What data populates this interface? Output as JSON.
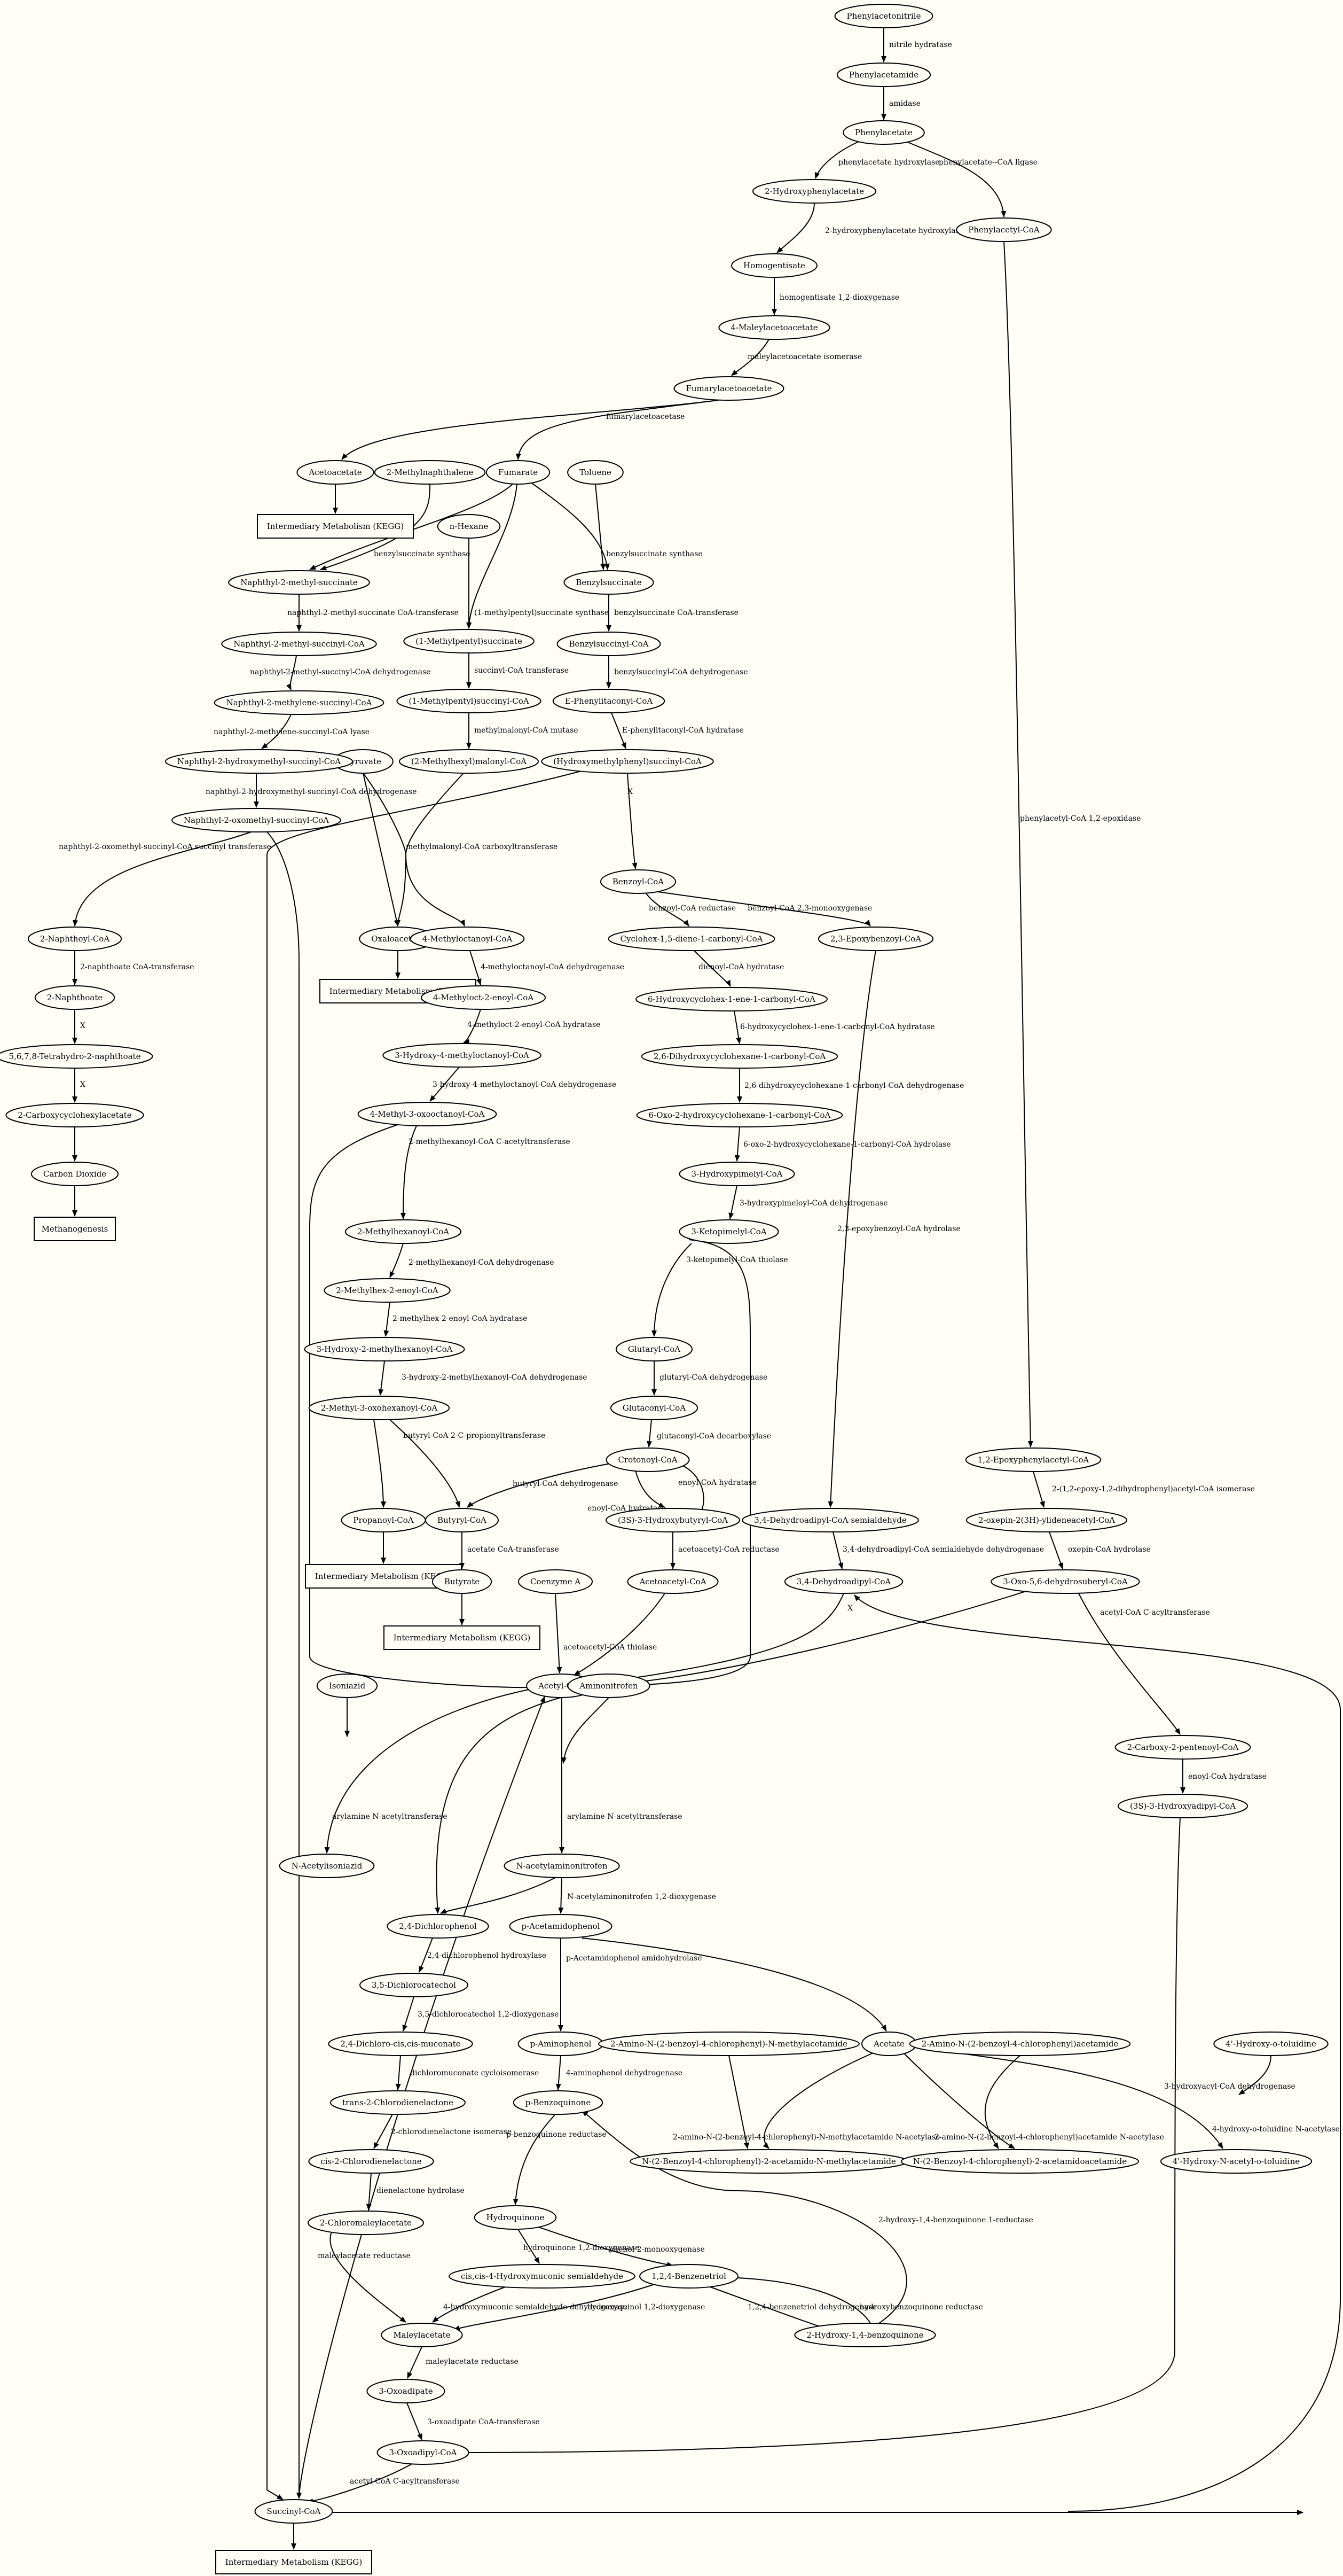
{
  "nodes": [
    {
      "id": "n1",
      "label": "Phenylacetonitrile",
      "shape": "ellipse"
    },
    {
      "id": "n2",
      "label": "Phenylacetamide",
      "shape": "ellipse"
    },
    {
      "id": "n3",
      "label": "Phenylacetate",
      "shape": "ellipse"
    },
    {
      "id": "n4",
      "label": "2-Hydroxyphenylacetate",
      "shape": "ellipse"
    },
    {
      "id": "n5",
      "label": "Phenylacetyl-CoA",
      "shape": "ellipse"
    },
    {
      "id": "n6",
      "label": "Homogentisate",
      "shape": "ellipse"
    },
    {
      "id": "n7",
      "label": "4-Maleylacetoacetate",
      "shape": "ellipse"
    },
    {
      "id": "n8",
      "label": "Fumarylacetoacetate",
      "shape": "ellipse"
    },
    {
      "id": "n9",
      "label": "Acetoacetate",
      "shape": "ellipse"
    },
    {
      "id": "n10",
      "label": "2-Methylnaphthalene",
      "shape": "ellipse"
    },
    {
      "id": "n11",
      "label": "Fumarate",
      "shape": "ellipse"
    },
    {
      "id": "n12",
      "label": "Toluene",
      "shape": "ellipse"
    },
    {
      "id": "n13",
      "label": "Intermediary Metabolism (KEGG)",
      "shape": "box"
    },
    {
      "id": "n14",
      "label": "n-Hexane",
      "shape": "ellipse"
    },
    {
      "id": "n15",
      "label": "Naphthyl-2-methyl-succinate",
      "shape": "ellipse"
    },
    {
      "id": "n16",
      "label": "Benzylsuccinate",
      "shape": "ellipse"
    },
    {
      "id": "n17",
      "label": "(1-Methylpentyl)succinate",
      "shape": "ellipse"
    },
    {
      "id": "n18",
      "label": "Naphthyl-2-methyl-succinyl-CoA",
      "shape": "ellipse"
    },
    {
      "id": "n19",
      "label": "Benzylsuccinyl-CoA",
      "shape": "ellipse"
    },
    {
      "id": "n20",
      "label": "(1-Methylpentyl)succinyl-CoA",
      "shape": "ellipse"
    },
    {
      "id": "n21",
      "label": "Naphthyl-2-methylene-succinyl-CoA",
      "shape": "ellipse"
    },
    {
      "id": "n22",
      "label": "E-Phenylitaconyl-CoA",
      "shape": "ellipse"
    },
    {
      "id": "n23",
      "label": "Pyruvate",
      "shape": "ellipse"
    },
    {
      "id": "n24",
      "label": "(2-Methylhexyl)malonyl-CoA",
      "shape": "ellipse"
    },
    {
      "id": "n25",
      "label": "Naphthyl-2-hydroxymethyl-succinyl-CoA",
      "shape": "ellipse"
    },
    {
      "id": "n26",
      "label": "(Hydroxymethylphenyl)succinyl-CoA",
      "shape": "ellipse"
    },
    {
      "id": "n27",
      "label": "Naphthyl-2-oxomethyl-succinyl-CoA",
      "shape": "ellipse"
    },
    {
      "id": "n28",
      "label": "Benzoyl-CoA",
      "shape": "ellipse"
    },
    {
      "id": "n29",
      "label": "Oxaloacetate",
      "shape": "ellipse"
    },
    {
      "id": "n30",
      "label": "4-Methyloctanoyl-CoA",
      "shape": "ellipse"
    },
    {
      "id": "n31",
      "label": "2-Naphthoyl-CoA",
      "shape": "ellipse"
    },
    {
      "id": "n32",
      "label": "Cyclohex-1,5-diene-1-carbonyl-CoA",
      "shape": "ellipse"
    },
    {
      "id": "n33",
      "label": "2,3-Epoxybenzoyl-CoA",
      "shape": "ellipse"
    },
    {
      "id": "n34",
      "label": "Intermediary Metabolism (KEGG)",
      "shape": "box"
    },
    {
      "id": "n35",
      "label": "4-Methyloct-2-enoyl-CoA",
      "shape": "ellipse"
    },
    {
      "id": "n36",
      "label": "2-Naphthoate",
      "shape": "ellipse"
    },
    {
      "id": "n37",
      "label": "6-Hydroxycyclohex-1-ene-1-carbonyl-CoA",
      "shape": "ellipse"
    },
    {
      "id": "n38",
      "label": "3-Hydroxy-4-methyloctanoyl-CoA",
      "shape": "ellipse"
    },
    {
      "id": "n39",
      "label": "5,6,7,8-Tetrahydro-2-naphthoate",
      "shape": "ellipse"
    },
    {
      "id": "n40",
      "label": "2,6-Dihydroxycyclohexane-1-carbonyl-CoA",
      "shape": "ellipse"
    },
    {
      "id": "n41",
      "label": "4-Methyl-3-oxooctanoyl-CoA",
      "shape": "ellipse"
    },
    {
      "id": "n42",
      "label": "2-Carboxycyclohexylacetate",
      "shape": "ellipse"
    },
    {
      "id": "n43",
      "label": "6-Oxo-2-hydroxycyclohexane-1-carbonyl-CoA",
      "shape": "ellipse"
    },
    {
      "id": "n44",
      "label": "Carbon Dioxide",
      "shape": "ellipse"
    },
    {
      "id": "n45",
      "label": "3-Hydroxypimelyl-CoA",
      "shape": "ellipse"
    },
    {
      "id": "n46",
      "label": "Methanogenesis",
      "shape": "box"
    },
    {
      "id": "n47",
      "label": "2-Methylhexanoyl-CoA",
      "shape": "ellipse"
    },
    {
      "id": "n48",
      "label": "3-Ketopimelyl-CoA",
      "shape": "ellipse"
    },
    {
      "id": "n49",
      "label": "2-Methylhex-2-enoyl-CoA",
      "shape": "ellipse"
    },
    {
      "id": "n50",
      "label": "3-Hydroxy-2-methylhexanoyl-CoA",
      "shape": "ellipse"
    },
    {
      "id": "n51",
      "label": "Glutaryl-CoA",
      "shape": "ellipse"
    },
    {
      "id": "n52",
      "label": "2-Methyl-3-oxohexanoyl-CoA",
      "shape": "ellipse"
    },
    {
      "id": "n53",
      "label": "Glutaconyl-CoA",
      "shape": "ellipse"
    },
    {
      "id": "n54",
      "label": "1,2-Epoxyphenylacetyl-CoA",
      "shape": "ellipse"
    },
    {
      "id": "n55",
      "label": "Crotonoyl-CoA",
      "shape": "ellipse"
    },
    {
      "id": "n56",
      "label": "2-oxepin-2(3H)-ylideneacetyl-CoA",
      "shape": "ellipse"
    },
    {
      "id": "n57",
      "label": "Propanoyl-CoA",
      "shape": "ellipse"
    },
    {
      "id": "n58",
      "label": "Butyryl-CoA",
      "shape": "ellipse"
    },
    {
      "id": "n59",
      "label": "(3S)-3-Hydroxybutyryl-CoA",
      "shape": "ellipse"
    },
    {
      "id": "n60",
      "label": "3,4-Dehydroadipyl-CoA semialdehyde",
      "shape": "ellipse"
    },
    {
      "id": "n61",
      "label": "Intermediary Metabolism (KEGG)",
      "shape": "box"
    },
    {
      "id": "n62",
      "label": "Butyrate",
      "shape": "ellipse"
    },
    {
      "id": "n63",
      "label": "Coenzyme A",
      "shape": "ellipse"
    },
    {
      "id": "n64",
      "label": "Acetoacetyl-CoA",
      "shape": "ellipse"
    },
    {
      "id": "n65",
      "label": "3,4-Dehydroadipyl-CoA",
      "shape": "ellipse"
    },
    {
      "id": "n66",
      "label": "3-Oxo-5,6-dehydrosuberyl-CoA",
      "shape": "ellipse"
    },
    {
      "id": "n67",
      "label": "Intermediary Metabolism (KEGG)",
      "shape": "box"
    },
    {
      "id": "n68",
      "label": "Acetyl-CoA",
      "shape": "ellipse"
    },
    {
      "id": "n69",
      "label": "Isoniazid",
      "shape": "ellipse"
    },
    {
      "id": "n70",
      "label": "Aminonitrofen",
      "shape": "ellipse"
    },
    {
      "id": "n71",
      "label": "2-Carboxy-2-pentenoyl-CoA",
      "shape": "ellipse"
    },
    {
      "id": "n72",
      "label": "(3S)-3-Hydroxyadipyl-CoA",
      "shape": "ellipse"
    },
    {
      "id": "n73",
      "label": "N-Acetylisoniazid",
      "shape": "ellipse"
    },
    {
      "id": "n74",
      "label": "N-acetylaminonitrofen",
      "shape": "ellipse"
    },
    {
      "id": "n75",
      "label": "2,4-Dichlorophenol",
      "shape": "ellipse"
    },
    {
      "id": "n76",
      "label": "p-Acetamidophenol",
      "shape": "ellipse"
    },
    {
      "id": "n77",
      "label": "3,5-Dichlorocatechol",
      "shape": "ellipse"
    },
    {
      "id": "n78",
      "label": "2,4-Dichloro-cis,cis-muconate",
      "shape": "ellipse"
    },
    {
      "id": "n79",
      "label": "p-Aminophenol",
      "shape": "ellipse"
    },
    {
      "id": "n80",
      "label": "2-Amino-N-(2-benzoyl-4-chlorophenyl)-N-methylacetamide",
      "shape": "ellipse"
    },
    {
      "id": "n81",
      "label": "Acetate",
      "shape": "ellipse"
    },
    {
      "id": "n82",
      "label": "2-Amino-N-(2-benzoyl-4-chlorophenyl)acetamide",
      "shape": "ellipse"
    },
    {
      "id": "n83",
      "label": "4'-Hydroxy-o-toluidine",
      "shape": "ellipse"
    },
    {
      "id": "n84",
      "label": "trans-2-Chlorodienelactone",
      "shape": "ellipse"
    },
    {
      "id": "n85",
      "label": "p-Benzoquinone",
      "shape": "ellipse"
    },
    {
      "id": "n86",
      "label": "N-(2-Benzoyl-4-chlorophenyl)-2-acetamido-N-methylacetamide",
      "shape": "ellipse"
    },
    {
      "id": "n87",
      "label": "N-(2-Benzoyl-4-chlorophenyl)-2-acetamidoacetamide",
      "shape": "ellipse"
    },
    {
      "id": "n88",
      "label": "4'-Hydroxy-N-acetyl-o-toluidine",
      "shape": "ellipse"
    },
    {
      "id": "n89",
      "label": "cis-2-Chlorodienelactone",
      "shape": "ellipse"
    },
    {
      "id": "n90",
      "label": "Hydroquinone",
      "shape": "ellipse"
    },
    {
      "id": "n91",
      "label": "2-Chloromaleylacetate",
      "shape": "ellipse"
    },
    {
      "id": "n92",
      "label": "cis,cis-4-Hydroxymuconic semialdehyde",
      "shape": "ellipse"
    },
    {
      "id": "n93",
      "label": "1,2,4-Benzenetriol",
      "shape": "ellipse"
    },
    {
      "id": "n94",
      "label": "Maleylacetate",
      "shape": "ellipse"
    },
    {
      "id": "n95",
      "label": "2-Hydroxy-1,4-benzoquinone",
      "shape": "ellipse"
    },
    {
      "id": "n96",
      "label": "3-Oxoadipate",
      "shape": "ellipse"
    },
    {
      "id": "n97",
      "label": "3-Oxoadipyl-CoA",
      "shape": "ellipse"
    },
    {
      "id": "n98",
      "label": "Succinyl-CoA",
      "shape": "ellipse"
    },
    {
      "id": "n99",
      "label": "Intermediary Metabolism (KEGG)",
      "shape": "box"
    }
  ],
  "edges": [
    {
      "id": "e1",
      "label": "nitrile hydratase"
    },
    {
      "id": "e2",
      "label": "amidase"
    },
    {
      "id": "e3",
      "label": "phenylacetate hydroxylase"
    },
    {
      "id": "e4",
      "label": "phenylacetate--CoA ligase"
    },
    {
      "id": "e5",
      "label": "2-hydroxyphenylacetate hydroxylase"
    },
    {
      "id": "e6",
      "label": "homogentisate 1,2-dioxygenase"
    },
    {
      "id": "e7",
      "label": "maleylacetoacetate isomerase"
    },
    {
      "id": "e8",
      "label": "fumarylacetoacetase"
    },
    {
      "id": "e9",
      "label": ""
    },
    {
      "id": "e10",
      "label": ""
    },
    {
      "id": "e11",
      "label": "benzylsuccinate synthase"
    },
    {
      "id": "e12",
      "label": "(1-methylpentyl)succinate synthase"
    },
    {
      "id": "e13",
      "label": ""
    },
    {
      "id": "e14",
      "label": ""
    },
    {
      "id": "e15",
      "label": "benzylsuccinate synthase"
    },
    {
      "id": "e16",
      "label": ""
    },
    {
      "id": "e17",
      "label": "naphthyl-2-methyl-succinate CoA-transferase"
    },
    {
      "id": "e18",
      "label": "benzylsuccinate CoA-transferase"
    },
    {
      "id": "e19",
      "label": "succinyl-CoA transferase"
    },
    {
      "id": "e20",
      "label": "naphthyl-2-methyl-succinyl-CoA dehydrogenase"
    },
    {
      "id": "e21",
      "label": "benzylsuccinyl-CoA dehydrogenase"
    },
    {
      "id": "e22",
      "label": "methylmalonyl-CoA mutase"
    },
    {
      "id": "e23",
      "label": "naphthyl-2-methylene-succinyl-CoA lyase"
    },
    {
      "id": "e24",
      "label": "E-phenylitaconyl-CoA hydratase"
    },
    {
      "id": "e25",
      "label": "naphthyl-2-hydroxymethyl-succinyl-CoA dehydrogenase"
    },
    {
      "id": "e26",
      "label": "methylmalonyl-CoA carboxyltransferase"
    },
    {
      "id": "e27",
      "label": ""
    },
    {
      "id": "e28",
      "label": "X"
    },
    {
      "id": "e29",
      "label": ""
    },
    {
      "id": "e30",
      "label": "naphthyl-2-oxomethyl-succinyl-CoA succinyl transferase"
    },
    {
      "id": "e31",
      "label": ""
    },
    {
      "id": "e32",
      "label": "benzoyl-CoA reductase"
    },
    {
      "id": "e33",
      "label": "benzoyl-CoA 2,3-monooxygenase"
    },
    {
      "id": "e34",
      "label": ""
    },
    {
      "id": "e35",
      "label": "4-methyloctanoyl-CoA dehydrogenase"
    },
    {
      "id": "e36",
      "label": "2-naphthoate CoA-transferase"
    },
    {
      "id": "e37",
      "label": "dienoyl-CoA hydratase"
    },
    {
      "id": "e38",
      "label": "2,3-epoxybenzoyl-CoA hydrolase"
    },
    {
      "id": "e39",
      "label": "4-methyloct-2-enoyl-CoA hydratase"
    },
    {
      "id": "e40",
      "label": "X"
    },
    {
      "id": "e41",
      "label": "6-hydroxycyclohex-1-ene-1-carbonyl-CoA hydratase"
    },
    {
      "id": "e42",
      "label": "3-hydroxy-4-methyloctanoyl-CoA dehydrogenase"
    },
    {
      "id": "e43",
      "label": "X"
    },
    {
      "id": "e44",
      "label": "2,6-dihydroxycyclohexane-1-carbonyl-CoA dehydrogenase"
    },
    {
      "id": "e45",
      "label": "2-methylhexanoyl-CoA C-acetyltransferase"
    },
    {
      "id": "e46",
      "label": ""
    },
    {
      "id": "e47",
      "label": ""
    },
    {
      "id": "e48",
      "label": "6-oxo-2-hydroxycyclohexane-1-carbonyl-CoA hydrolase"
    },
    {
      "id": "e49",
      "label": ""
    },
    {
      "id": "e50",
      "label": "3-hydroxypimeloyl-CoA dehydrogenase"
    },
    {
      "id": "e51",
      "label": "2-methylhexanoyl-CoA dehydrogenase"
    },
    {
      "id": "e52",
      "label": "3-ketopimelyl-CoA thiolase"
    },
    {
      "id": "e53",
      "label": ""
    },
    {
      "id": "e54",
      "label": "2-methylhex-2-enoyl-CoA hydratase"
    },
    {
      "id": "e55",
      "label": "3-hydroxy-2-methylhexanoyl-CoA dehydrogenase"
    },
    {
      "id": "e56",
      "label": "glutaryl-CoA dehydrogenase"
    },
    {
      "id": "e57",
      "label": "butyryl-CoA 2-C-propionyltransferase"
    },
    {
      "id": "e58",
      "label": ""
    },
    {
      "id": "e59",
      "label": "glutaconyl-CoA decarboxylase"
    },
    {
      "id": "e60",
      "label": "phenylacetyl-CoA 1,2-epoxidase"
    },
    {
      "id": "e61",
      "label": "butyryl-CoA dehydrogenase"
    },
    {
      "id": "e62",
      "label": "enoyl-CoA hydratase"
    },
    {
      "id": "e63",
      "label": "enoyl-CoA hydratase"
    },
    {
      "id": "e64",
      "label": "2-(1,2-epoxy-1,2-dihydrophenyl)acetyl-CoA isomerase"
    },
    {
      "id": "e65",
      "label": ""
    },
    {
      "id": "e66",
      "label": "acetate CoA-transferase"
    },
    {
      "id": "e67",
      "label": "acetoacetyl-CoA reductase"
    },
    {
      "id": "e68",
      "label": "oxepin-CoA hydrolase"
    },
    {
      "id": "e69",
      "label": "3,4-dehydroadipyl-CoA semialdehyde dehydrogenase"
    },
    {
      "id": "e70",
      "label": ""
    },
    {
      "id": "e71",
      "label": "acetoacetyl-CoA thiolase"
    },
    {
      "id": "e72",
      "label": ""
    },
    {
      "id": "e73",
      "label": ""
    },
    {
      "id": "e74",
      "label": "X"
    },
    {
      "id": "e75",
      "label": "acetyl-CoA C-acyltransferase"
    },
    {
      "id": "e76",
      "label": ""
    },
    {
      "id": "e77",
      "label": "arylamine N-acetyltransferase"
    },
    {
      "id": "e78",
      "label": "arylamine N-acetyltransferase"
    },
    {
      "id": "e79",
      "label": ""
    },
    {
      "id": "e80",
      "label": "enoyl-CoA hydratase"
    },
    {
      "id": "e81",
      "label": "N-acetylaminonitrofen 1,2-dioxygenase"
    },
    {
      "id": "e82",
      "label": ""
    },
    {
      "id": "e83",
      "label": "2,4-dichlorophenol hydroxylase"
    },
    {
      "id": "e84",
      "label": "p-Acetamidophenol amidohydrolase"
    },
    {
      "id": "e85",
      "label": ""
    },
    {
      "id": "e86",
      "label": "3,5-dichlorocatechol 1,2-dioxygenase"
    },
    {
      "id": "e87",
      "label": "4-aminophenol dehydrogenase"
    },
    {
      "id": "e88",
      "label": "2-amino-N-(2-benzoyl-4-chlorophenyl)-N-methylacetamide N-acetylase"
    },
    {
      "id": "e89",
      "label": "2-amino-N-(2-benzoyl-4-chlorophenyl)acetamide N-acetylase"
    },
    {
      "id": "e90",
      "label": "4-hydroxy-o-toluidine N-acetylase"
    },
    {
      "id": "e91",
      "label": "dichloromuconate cycloisomerase"
    },
    {
      "id": "e92",
      "label": ""
    },
    {
      "id": "e93",
      "label": ""
    },
    {
      "id": "e94",
      "label": ""
    },
    {
      "id": "e95",
      "label": "3-hydroxyacyl-CoA dehydrogenase"
    },
    {
      "id": "e96",
      "label": "p-benzoquinone reductase"
    },
    {
      "id": "e97",
      "label": "2-chlorodienelactone isomerase"
    },
    {
      "id": "e98",
      "label": "hydroquinone 1,2-dioxygenase"
    },
    {
      "id": "e99",
      "label": "phenol 2-monooxygenase"
    },
    {
      "id": "e100",
      "label": "dienelactone hydrolase"
    },
    {
      "id": "e101",
      "label": "maleylacetate reductase"
    },
    {
      "id": "e102",
      "label": "4-hydroxymuconic semialdehyde dehydrogenase"
    },
    {
      "id": "e103",
      "label": "hydroxyquinol 1,2-dioxygenase"
    },
    {
      "id": "e104",
      "label": "1,2,4-benzenetriol dehydrogenase"
    },
    {
      "id": "e105",
      "label": "2-hydroxy-1,4-benzoquinone 1-reductase"
    },
    {
      "id": "e106",
      "label": "hydroxybenzoquinone reductase"
    },
    {
      "id": "e107",
      "label": "maleylacetate reductase"
    },
    {
      "id": "e108",
      "label": "3-oxoadipate CoA-transferase"
    },
    {
      "id": "e109",
      "label": "acetyl-CoA C-acyltransferase"
    },
    {
      "id": "e110",
      "label": ""
    }
  ]
}
